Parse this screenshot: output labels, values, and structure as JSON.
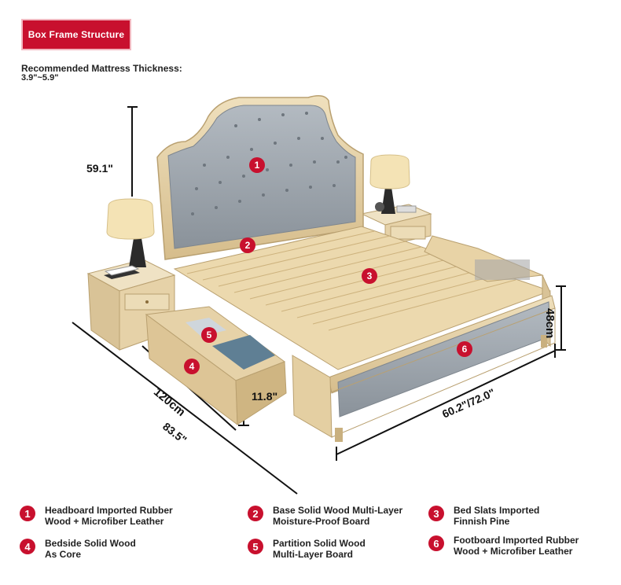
{
  "title": "Box Frame Structure",
  "mattress": {
    "label": "Recommended Mattress Thickness:",
    "value": "3.9\"~5.9\""
  },
  "dimensions": {
    "height_headboard": "59.1\"",
    "height_side": "48cm",
    "drawer_height": "11.8\"",
    "drawer_depth": "120cm",
    "length": "83.5\"",
    "width": "60.2\"/72.0\""
  },
  "markers": [
    "1",
    "2",
    "3",
    "4",
    "5",
    "6"
  ],
  "legend": [
    {
      "num": "1",
      "line1": "Headboard Imported Rubber",
      "line2": "Wood + Microfiber Leather"
    },
    {
      "num": "2",
      "line1": "Base Solid Wood Multi-Layer",
      "line2": "Moisture-Proof Board"
    },
    {
      "num": "3",
      "line1": "Bed Slats Imported",
      "line2": "Finnish Pine"
    },
    {
      "num": "4",
      "line1": "Bedside Solid Wood",
      "line2": "As Core"
    },
    {
      "num": "5",
      "line1": "Partition Solid Wood",
      "line2": "Multi-Layer Board"
    },
    {
      "num": "6",
      "line1": "Footboard Imported Rubber",
      "line2": "Wood + Microfiber Leather"
    }
  ],
  "colors": {
    "accent": "#c8102e",
    "wood": "#e3cfa5",
    "leather": "#9aa2aa"
  }
}
